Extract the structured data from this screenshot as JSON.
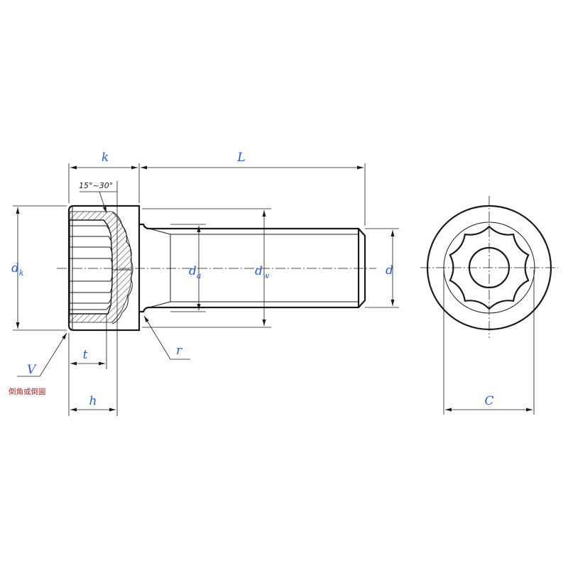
{
  "colors": {
    "line": "#1a1a1a",
    "label": "#2a5bd7",
    "note": "#b22222",
    "hatch": "#1a1a1a"
  },
  "labels": {
    "k": "k",
    "L": "L",
    "angle": "15°~30°",
    "dk": "d",
    "dk_sub": "k",
    "da": "d",
    "da_sub": "a",
    "dw": "d",
    "dw_sub": "w",
    "d": "d",
    "r": "r",
    "V": "V",
    "t": "t",
    "h": "h",
    "C": "C",
    "note": "倒角或倒圓"
  }
}
